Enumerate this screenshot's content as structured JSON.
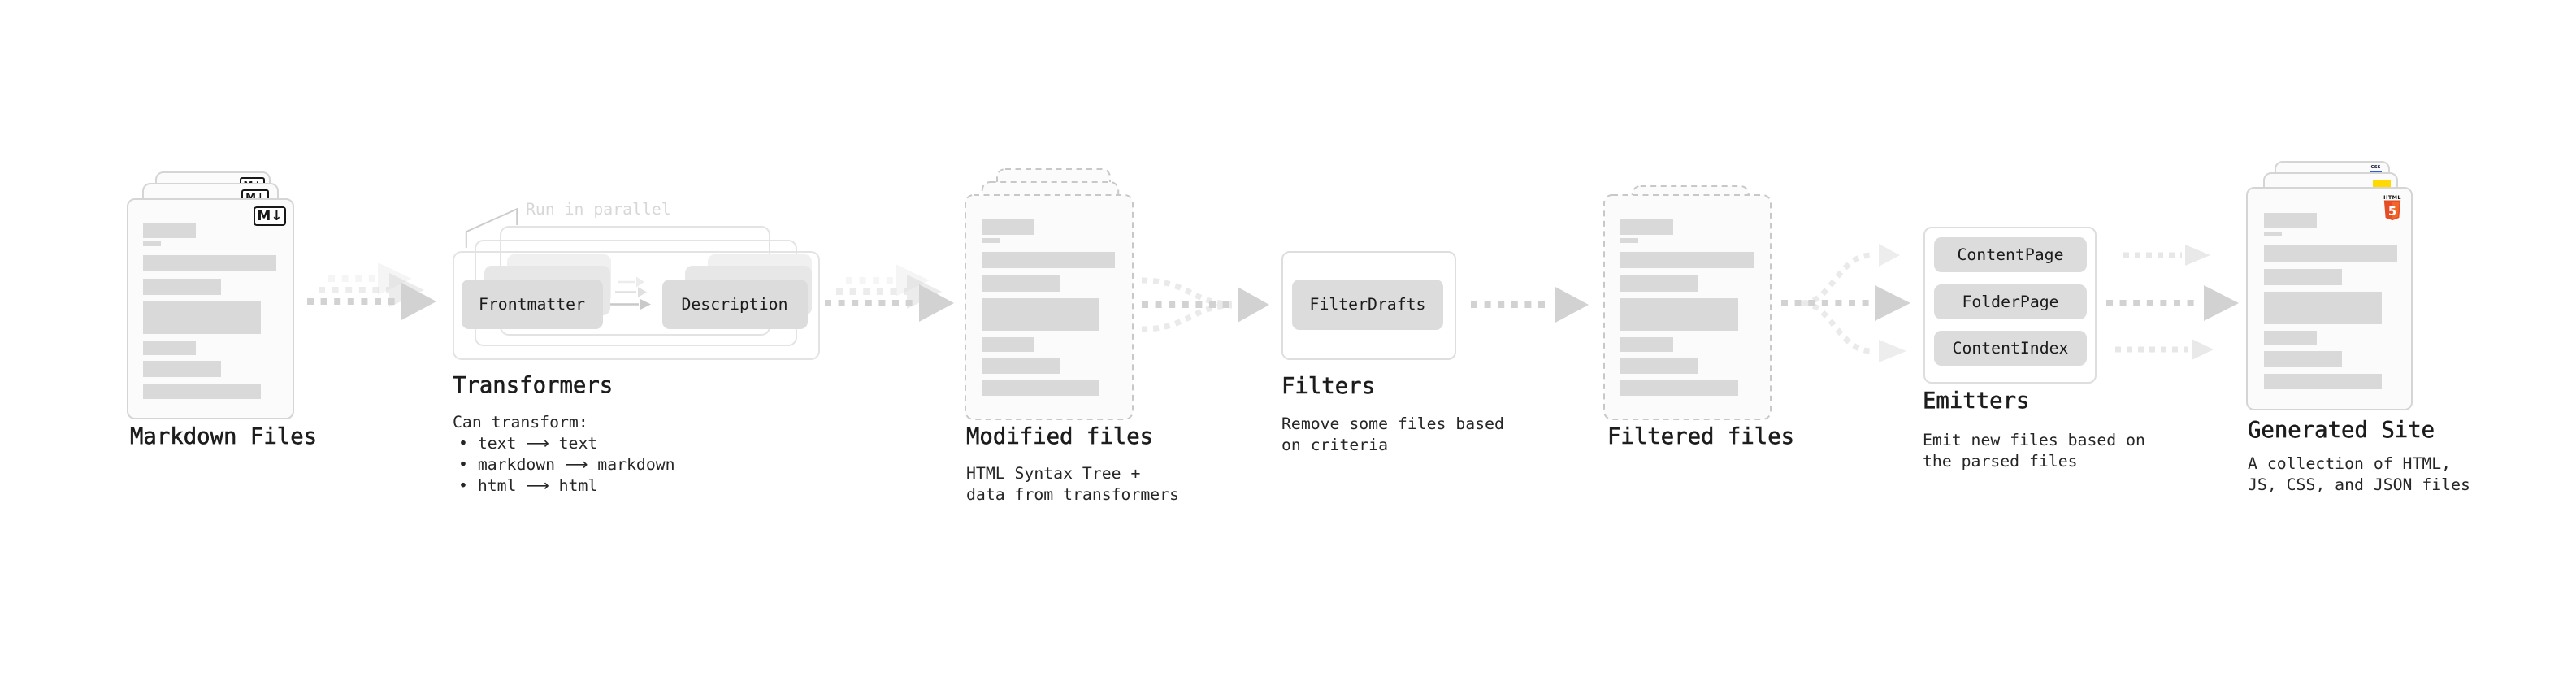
{
  "colors": {
    "html5_orange": "#e44d26",
    "html5_orange_light": "#f16529",
    "html5_logo_ink": "#111111",
    "js_yellow": "#ffd900",
    "css_blue": "#2b5ce6",
    "css_badge_ink": "#15193a",
    "markdown_badge_ink": "#181818"
  },
  "stages": {
    "markdown_files": {
      "label": "Markdown Files",
      "badge": "M↓"
    },
    "transformers": {
      "label": "Transformers",
      "callout": "Run in parallel",
      "chips": [
        "Frontmatter",
        "Description"
      ],
      "notes": [
        "Can transform:"
      ],
      "rules": [
        {
          "prefix": "• text ",
          "arrow": "⟶",
          "suffix": " text"
        },
        {
          "prefix": "• markdown ",
          "arrow": "⟶",
          "suffix": " markdown"
        },
        {
          "prefix": "• html ",
          "arrow": "⟶",
          "suffix": " html"
        }
      ]
    },
    "modified_files": {
      "label": "Modified files",
      "notes": [
        "HTML Syntax Tree +",
        "data from transformers"
      ]
    },
    "filters": {
      "label": "Filters",
      "chips": [
        "FilterDrafts"
      ],
      "notes": [
        "Remove some files based",
        "on criteria"
      ]
    },
    "filtered_files": {
      "label": "Filtered files"
    },
    "emitters": {
      "label": "Emitters",
      "chips": [
        "ContentPage",
        "FolderPage",
        "ContentIndex"
      ],
      "notes": [
        "Emit new files based on",
        "the parsed files"
      ]
    },
    "generated_site": {
      "label": "Generated Site",
      "notes": [
        "A collection of HTML,",
        "JS, CSS, and JSON files"
      ],
      "html5_badge_word": "HTML",
      "html5_badge_numeral": "5",
      "css_badge_word": "CSS"
    }
  }
}
